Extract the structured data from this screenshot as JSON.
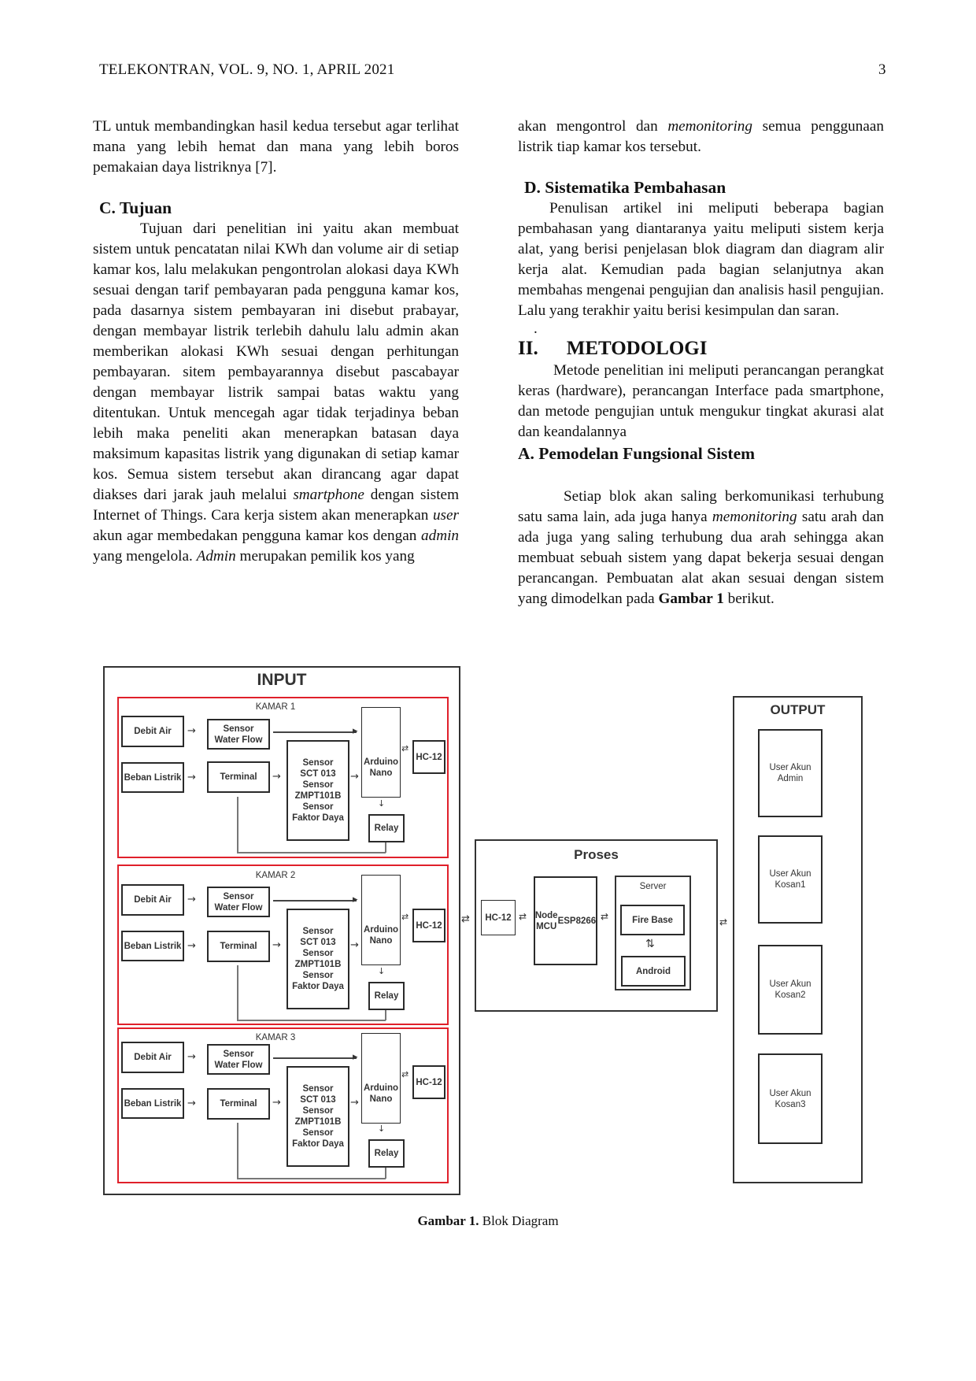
{
  "header": {
    "journal": "TELEKONTRAN, VOL. 9, NO. 1, APRIL 2021",
    "page_number": "3"
  },
  "left_column": {
    "intro_paragraph": "TL untuk membandingkan hasil kedua tersebut agar terlihat mana yang lebih hemat dan mana yang lebih boros pemakaian daya listriknya [7].",
    "section_c": {
      "heading": "C.  Tujuan",
      "p1": "Tujuan dari penelitian ini yaitu akan membuat sistem untuk pencatatan nilai KWh dan volume air di setiap kamar kos, lalu melakukan pengontrolan alokasi daya KWh sesuai dengan tarif pembayaran pada pengguna kamar kos, pada dasarnya sistem pembayaran ini disebut prabayar, dengan membayar listrik terlebih dahulu lalu admin akan memberikan alokasi KWh sesuai dengan perhitungan pembayaran. sitem pembayarannya disebut pascabayar dengan membayar listrik sampai batas waktu yang ditentukan. Untuk mencegah agar tidak terjadinya beban lebih maka peneliti akan menerapkan batasan daya maksimum kapasitas listrik yang digunakan di setiap kamar kos. Semua sistem tersebut akan dirancang agar dapat diakses dari jarak jauh melalui ",
      "p1_italic_1": "smartphone",
      "p1_b": " dengan sistem Internet of Things. Cara kerja sistem akan menerapkan ",
      "p1_italic_2": "user",
      "p1_c": " akun agar membedakan pengguna kamar kos dengan ",
      "p1_italic_3": "admin",
      "p1_d": " yang mengelola. ",
      "p1_italic_4": "Admin",
      "p1_e": " merupakan pemilik kos yang"
    }
  },
  "right_column": {
    "cont_a": "akan mengontrol dan ",
    "cont_italic": "memonitoring",
    "cont_b": " semua penggunaan listrik tiap kamar kos tersebut.",
    "section_d": {
      "heading": "D.  Sistematika Pembahasan",
      "p1": "Penulisan artikel ini meliputi beberapa bagian pembahasan yang diantaranya yaitu meliputi sistem kerja alat, yang berisi penjelasan blok diagram dan diagram alir kerja alat. Kemudian pada bagian selanjutnya akan membahas mengenai pengujian dan analisis hasil pengujian. Lalu yang terakhir yaitu berisi kesimpulan dan saran."
    },
    "stray_dot": ".",
    "section_ii": {
      "number": "II.",
      "heading": "METODOLOGI",
      "p1": "Metode penelitian ini meliputi perancangan perangkat keras (hardware), perancangan Interface pada smartphone, dan metode pengujian untuk mengukur tingkat akurasi alat dan keandalannya"
    },
    "section_a": {
      "heading": "A.   Pemodelan Fungsional Sistem",
      "p1_a": "Setiap blok akan saling berkomunikasi terhubung satu sama lain, ada juga hanya ",
      "p1_italic": "memonitoring",
      "p1_b": " satu arah dan ada juga yang saling terhubung dua arah sehingga akan membuat sebuah sistem yang dapat bekerja sesuai dengan perancangan. Pembuatan alat akan sesuai dengan sistem yang dimodelkan pada ",
      "p1_bold": "Gambar 1",
      "p1_c": " berikut."
    }
  },
  "diagram": {
    "input_title": "INPUT",
    "rooms": [
      {
        "label": "KAMAR 1"
      },
      {
        "label": "KAMAR 2"
      },
      {
        "label": "KAMAR 3"
      }
    ],
    "blocks": {
      "debit_air": "Debit Air",
      "beban_listrik": "Beban Listrik",
      "sensor_water_flow_1": "Sensor",
      "sensor_water_flow_2": "Water Flow",
      "terminal": "Terminal",
      "sensors_1": "Sensor",
      "sensors_2": "SCT 013",
      "sensors_3": "Sensor",
      "sensors_4": "ZMPT101B",
      "sensors_5": "Sensor",
      "sensors_6": "Faktor Daya",
      "arduino_1": "Arduino",
      "arduino_2": "Nano",
      "hc12": "HC-12",
      "relay": "Relay"
    },
    "proses": {
      "title": "Proses",
      "hc12": "HC-12",
      "nodemcu_1": "Node MCU",
      "nodemcu_2": "ESP8266",
      "server": "Server",
      "firebase": "Fire Base",
      "android": "Android"
    },
    "output": {
      "title": "OUTPUT",
      "users": [
        {
          "l1": "User Akun",
          "l2": "Admin"
        },
        {
          "l1": "User Akun",
          "l2": "Kosan1"
        },
        {
          "l1": "User Akun",
          "l2": "Kosan2"
        },
        {
          "l1": "User Akun",
          "l2": "Kosan3"
        }
      ]
    },
    "accent_red": "#e0202a"
  },
  "caption": {
    "label": "Gambar 1.",
    "text": " Blok Diagram"
  }
}
